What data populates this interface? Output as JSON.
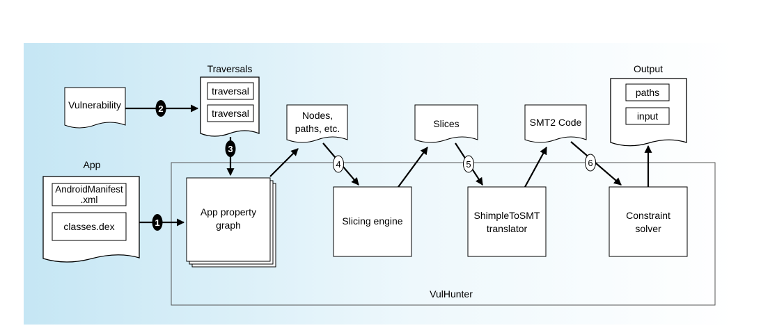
{
  "colors": {
    "background_left": "#c5e6f4",
    "background_right": "#ffffff",
    "stroke": "#000000"
  },
  "inputs": {
    "vulnerability": "Vulnerability",
    "traversals_title": "Traversals",
    "traversal_1": "traversal",
    "traversal_2": "traversal",
    "app_title": "App",
    "manifest_line1": "AndroidManifest",
    "manifest_line2": ".xml",
    "classes": "classes.dex"
  },
  "intermediates": {
    "nodes_line1": "Nodes,",
    "nodes_line2": "paths, etc.",
    "slices": "Slices",
    "smt2": "SMT2 Code"
  },
  "output": {
    "title": "Output",
    "paths": "paths",
    "input": "input"
  },
  "components": {
    "graph_line1": "App property",
    "graph_line2": "graph",
    "slicing": "Slicing engine",
    "translator_line1": "ShimpleToSMT",
    "translator_line2": "translator",
    "solver_line1": "Constraint",
    "solver_line2": "solver"
  },
  "system_label": "VulHunter",
  "steps": [
    "1",
    "2",
    "3",
    "4",
    "5",
    "6"
  ]
}
